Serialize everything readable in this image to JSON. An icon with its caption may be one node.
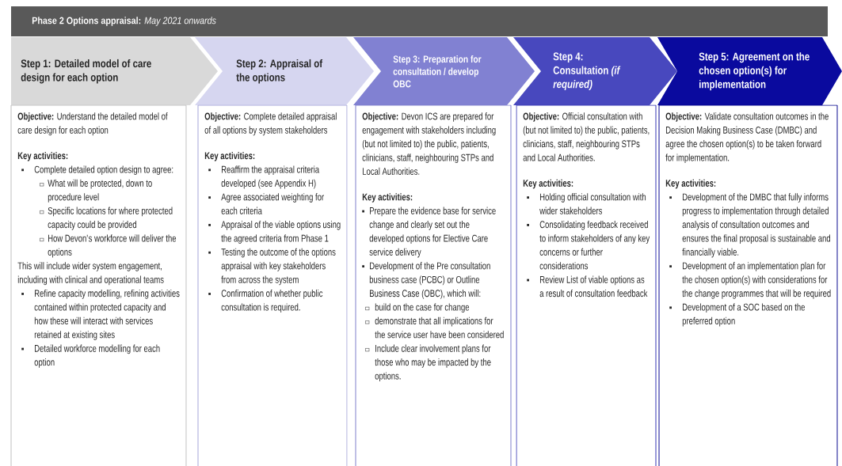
{
  "diagram": {
    "nodes": [
      {
        "text": [
          "**Phase 2 Options appraisal:** *May 2021 onwards*"
        ]
      },
      {
        "text": [
          "Step 1: Detailed model of care design for each option"
        ]
      },
      {
        "text": [
          "Step 2: Appraisal of the options"
        ]
      },
      {
        "text": [
          "Step 3: Preparation for consultation / develop OBC"
        ]
      },
      {
        "text": [
          "Step 4: Consultation *(if required)*"
        ]
      },
      {
        "text": [
          "Step 5: Agreement on the chosen option(s) for implementation"
        ]
      },
      {
        "text": [
          "**Objective:** Understand the detailed model of care design for each option",
          "Key activities:",
          "Complete detailed option design to agree:",
          "What will be protected, down to procedure level",
          "Specific locations for where protected capacity could be provided",
          "How Devon's workforce will deliver the options",
          "This will include wider system engagement, including with clinical and operational teams",
          "Refine capacity modelling, refining activities contained within protected capacity and how these will interact with services retained at existing sites",
          "Detailed workforce modelling for each option"
        ]
      },
      {
        "text": [
          "**Objective:** Complete detailed appraisal of all options by system stakeholders",
          "Key activities:",
          "Reaffirm the appraisal criteria developed (see Appendix H)",
          "Agree associated weighting for each criteria",
          "Appraisal of the viable options using the agreed criteria from Phase 1",
          "Testing the outcome of the options appraisal with key stakeholders from across the system",
          "Confirmation of whether public consultation is required."
        ]
      },
      {
        "text": [
          "**Objective:** Devon ICS are prepared for engagement with stakeholders including (but not limited to) the public, patients, clinicians, staff, neighbouring STPs and Local Authorities.",
          "Key activities:",
          "Prepare the evidence base for service change and clearly set out the developed options for Elective Care service delivery",
          "Development of the Pre consultation business case (PCBC) or Outline Business Case (OBC), which will:",
          "build on the case for change",
          "demonstrate that all implications for the service user have been considered",
          "Include clear involvement plans for those who may be impacted by the options."
        ]
      },
      {
        "text": [
          "**Objective:** Official consultation with (but not limited to) the public, patients, clinicians, staff, neighbouring STPs and Local Authorities.",
          "Key activities:",
          "Holding official consultation with wider stakeholders",
          "Consolidating feedback received to inform stakeholders of any key concerns or further considerations",
          "Review List of viable options as a result of consultation feedback"
        ]
      },
      {
        "text": [
          "**Objective:** Validate consultation outcomes in the Decision Making Business Case (DMBC) and agree the chosen option(s) to be taken forward for implementation.",
          "Key activities:",
          "Development of the DMBC that fully informs progress to implementation through detailed analysis of consultation outcomes and ensures the final proposal is sustainable and financially viable.",
          "Development of an implementation plan for the chosen option(s) with considerations for the change programmes that will be required",
          "Development of a SOC based on the preferred option"
        ]
      }
    ]
  }
}
